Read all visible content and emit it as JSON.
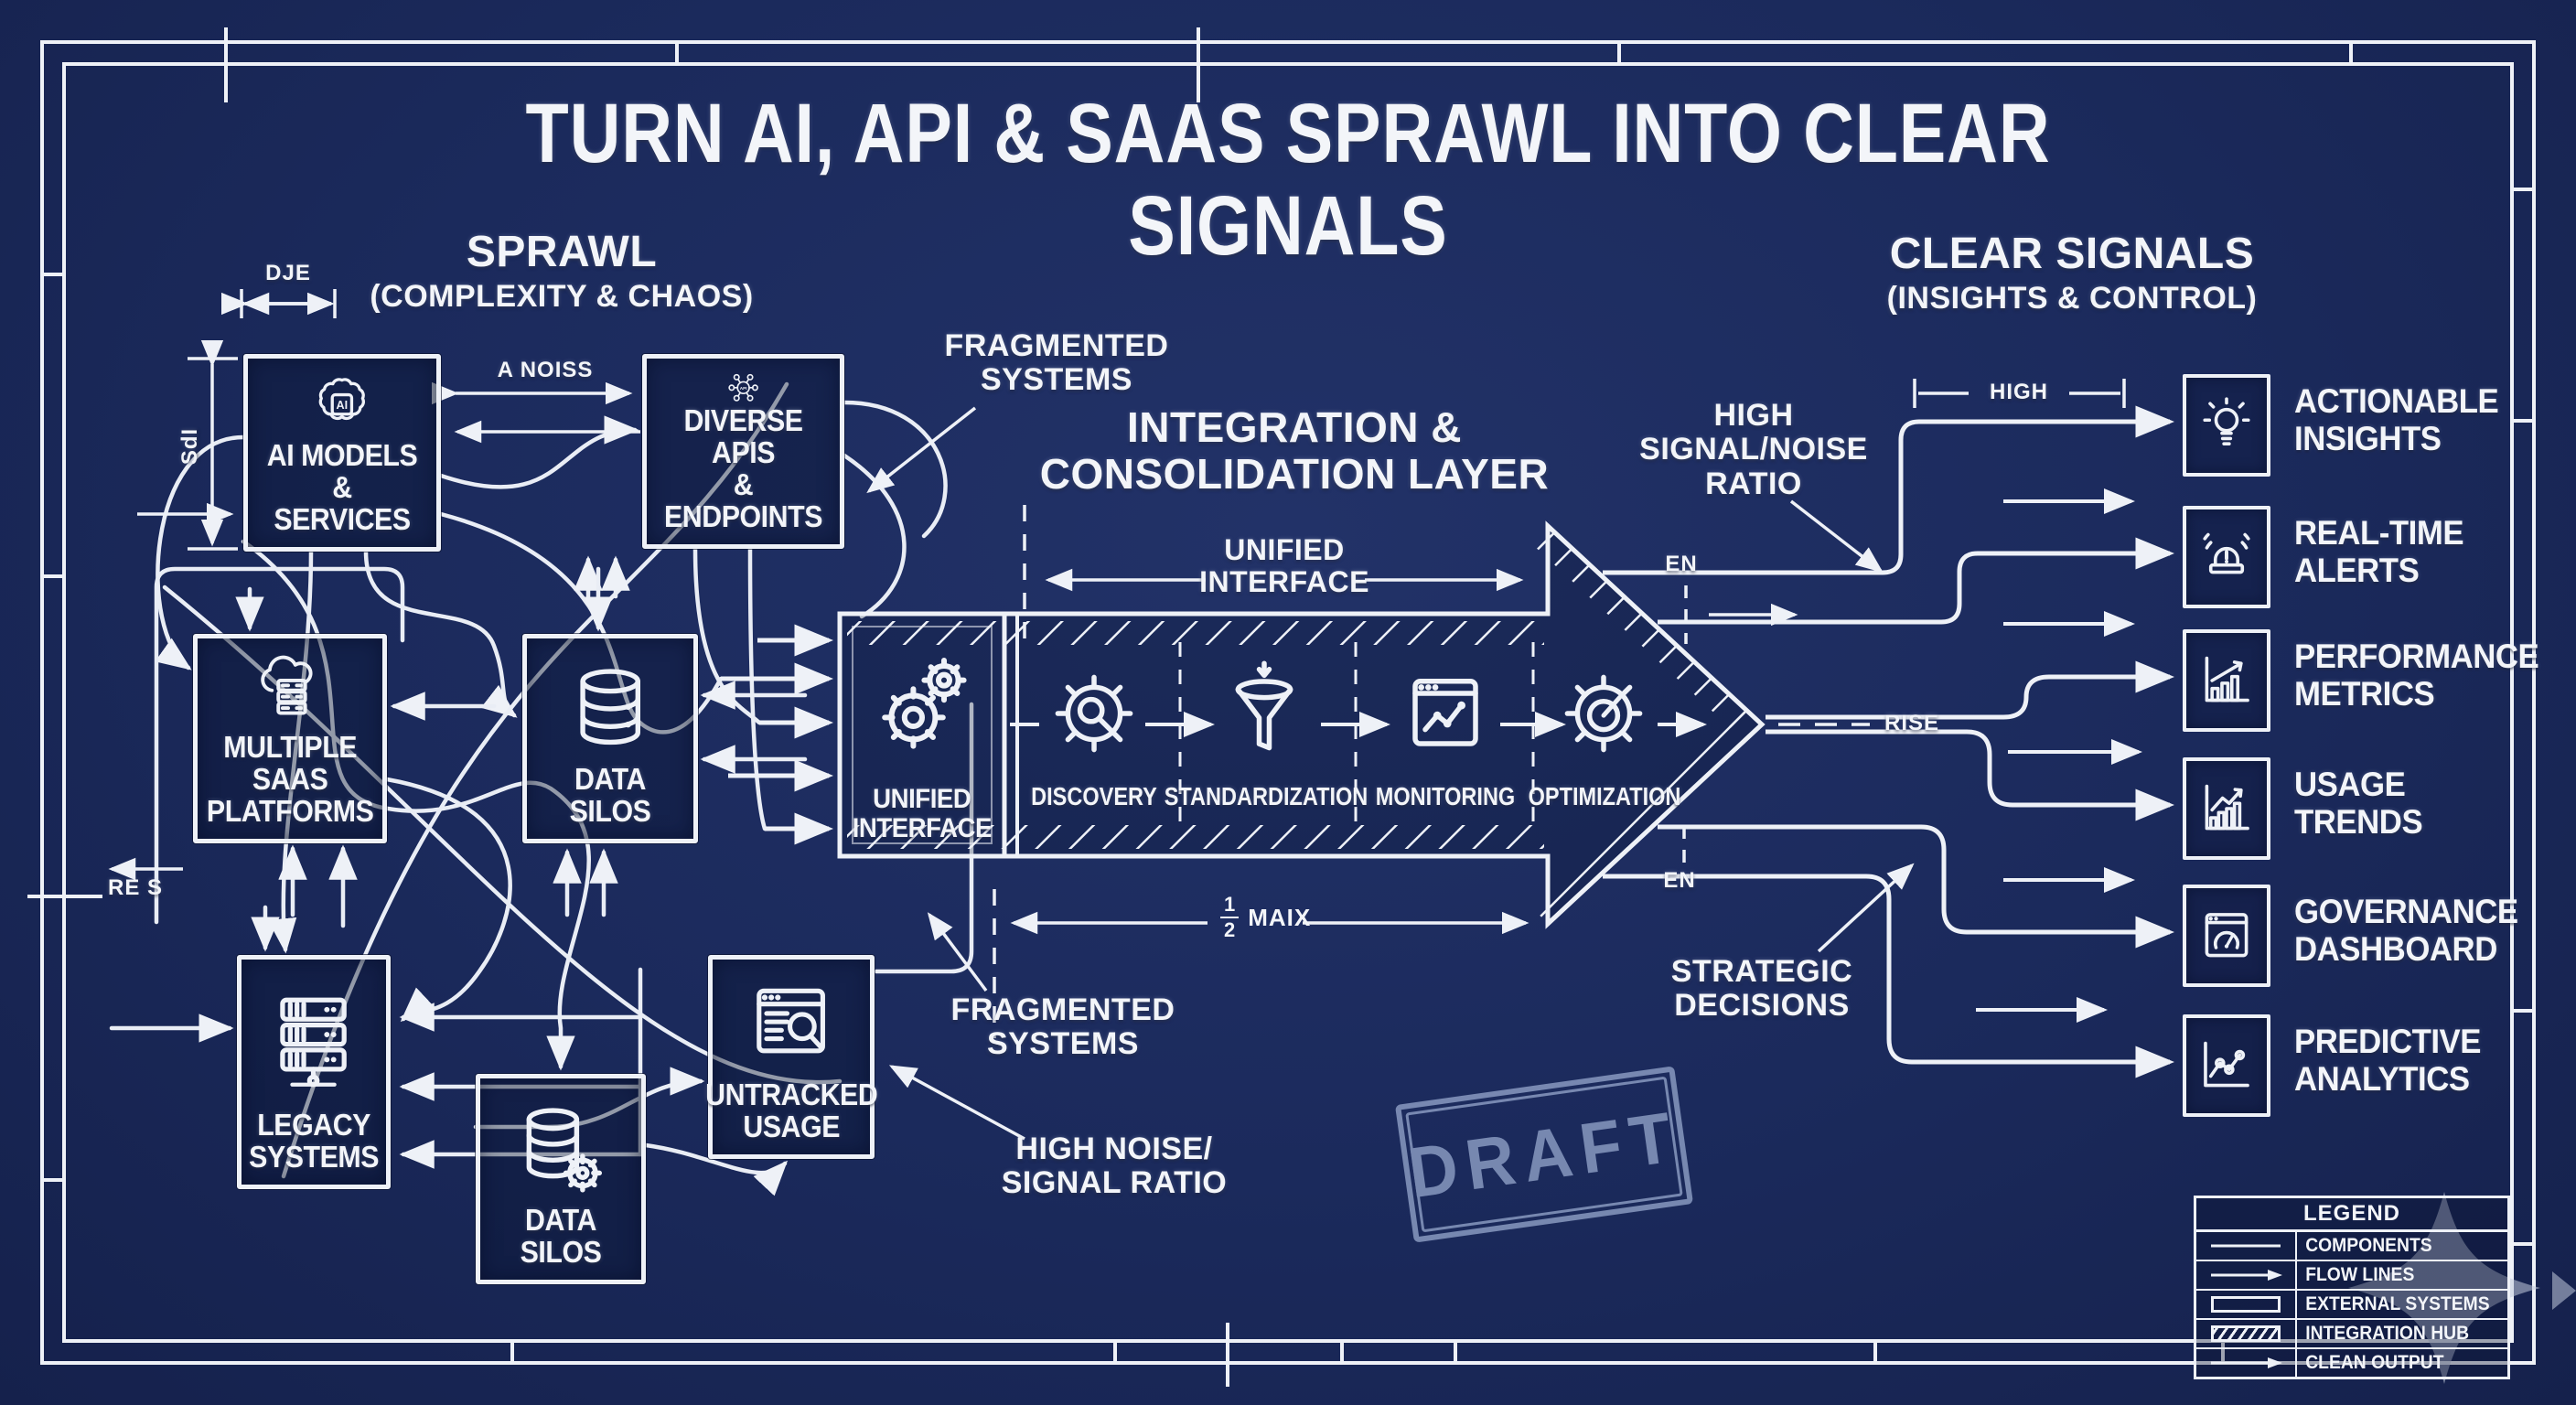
{
  "colors": {
    "background": "#1b2a5c",
    "line": "#eef1f7",
    "stamp": "#8fa0c6",
    "watermark": "#c3cbdd"
  },
  "title": "TURN AI, API & SAAS SPRAWL INTO CLEAR SIGNALS",
  "sprawl": {
    "heading": "SPRAWL",
    "subheading": "(COMPLEXITY & CHAOS)",
    "boxes": {
      "ai": "AI MODELS\n& SERVICES",
      "api": "DIVERSE APIS\n& ENDPOINTS",
      "saas": "MULTIPLE SAAS\nPLATFORMS",
      "silos_top": "DATA SILOS",
      "legacy": "LEGACY\nSYSTEMS",
      "silos_bottom": "DATA SILOS",
      "untracked": "UNTRACKED\nUSAGE"
    }
  },
  "integration": {
    "heading": "INTEGRATION &\nCONSOLIDATION LAYER",
    "unified_dim": "UNIFIED\nINTERFACE",
    "unified_box": "UNIFIED\nINTERFACE",
    "stages": [
      "DISCOVERY",
      "STANDARDIZATION",
      "MONITORING",
      "OPTIMIZATION"
    ]
  },
  "clear": {
    "heading": "CLEAR SIGNALS",
    "subheading": "(INSIGHTS & CONTROL)",
    "outputs": [
      "ACTIONABLE\nINSIGHTS",
      "REAL-TIME\nALERTS",
      "PERFORMANCE\nMETRICS",
      "USAGE\nTRENDS",
      "GOVERNANCE\nDASHBOARD",
      "PREDICTIVE\nANALYTICS"
    ]
  },
  "annotations": {
    "dje": "DJE",
    "sdi": "SdI",
    "a_noiss": "A NOISS",
    "re_s": "RE S",
    "fragmented_top": "FRAGMENTED\nSYSTEMS",
    "fragmented_bottom": "FRAGMENTED\nSYSTEMS",
    "high_noise": "HIGH NOISE/\nSIGNAL RATIO",
    "high_snr": "HIGH\nSIGNAL/NOISE\nRATIO",
    "strategic": "STRATEGIC\nDECISIONS",
    "high_dim": "HIGH",
    "en_top": "EN",
    "en_bottom": "EN",
    "rise": "RISE",
    "maix_num": "1",
    "maix_den": "2",
    "maix_word": "MAIX"
  },
  "stamp": "DRAFT",
  "legend": {
    "title": "LEGEND",
    "rows": [
      "COMPONENTS",
      "FLOW LINES",
      "EXTERNAL SYSTEMS",
      "INTEGRATION HUB",
      "CLEAN OUTPUT"
    ]
  }
}
